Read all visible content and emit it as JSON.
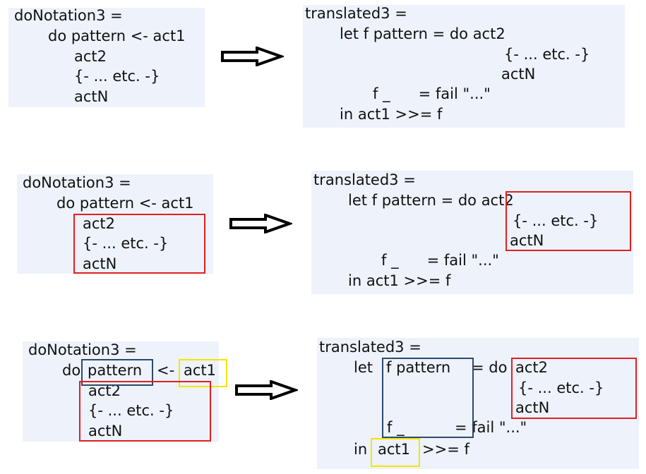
{
  "colors": {
    "panel_bg": "#eef2fb",
    "text": "#111111",
    "highlight_red": "#e02020",
    "highlight_blue": "#2a4a6a",
    "highlight_yellow": "#f2e600"
  },
  "icons": [
    "right-arrow-icon"
  ],
  "left": {
    "title": "doNotation3 =",
    "line1": "do pattern <- act1",
    "line1_do": "do",
    "line1_pattern": "pattern",
    "line1_arrow": "<-",
    "line1_act1": "act1",
    "line2": "act2",
    "line3": "{- ... etc. -}",
    "line4": "actN"
  },
  "right": {
    "title": "translated3 =",
    "line1": "let f pattern = do act2",
    "line1_let": "let",
    "line1_fpattern": "f pattern",
    "line1_eqdo": "= do",
    "line1_act2": "act2",
    "line2": "{- ... etc. -}",
    "line3": "actN",
    "line4": "f _      = fail \"...\"",
    "line4_f": "f _",
    "line4_eq": "= fail \"...\"",
    "line5": "in act1 >>= f",
    "line5_in": "in",
    "line5_act1": "act1",
    "line5_bind": ">>= f"
  }
}
